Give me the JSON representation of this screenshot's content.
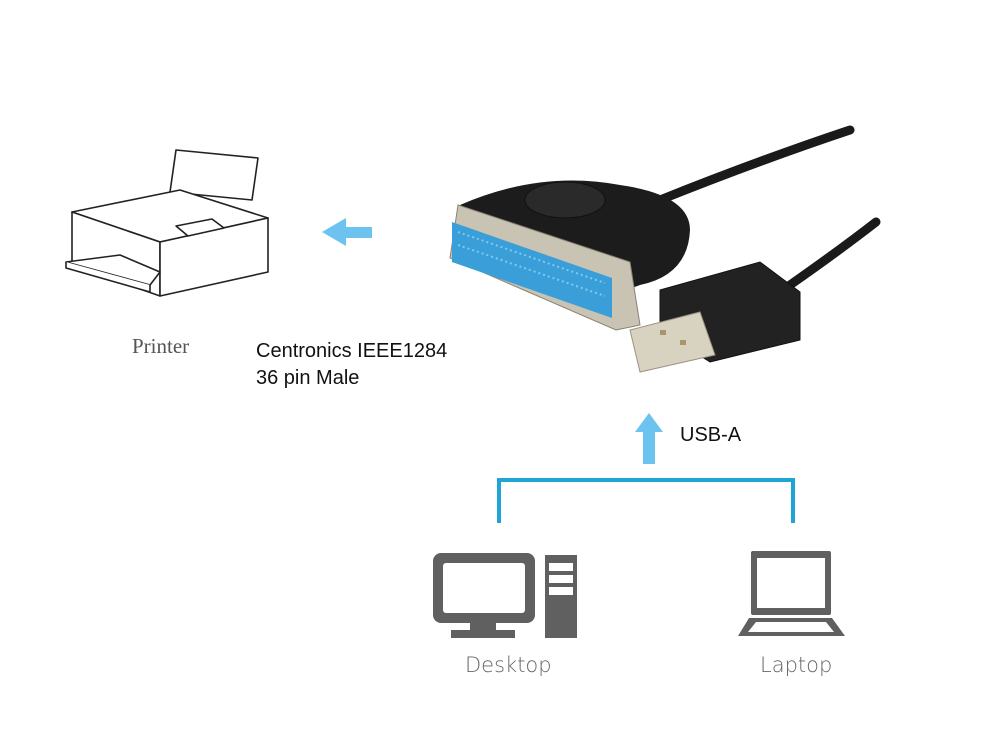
{
  "labels": {
    "printer": "Printer",
    "connector_line1": "Centronics IEEE1284",
    "connector_line2": "36 pin Male",
    "usb": "USB-A",
    "desktop": "Desktop",
    "laptop": "Laptop"
  },
  "colors": {
    "arrow": "#6cc3f0",
    "bracket": "#1ea5d3",
    "icon": "#606060",
    "cable": "#1a1a1a",
    "connector_blue": "#3a9fd8"
  }
}
